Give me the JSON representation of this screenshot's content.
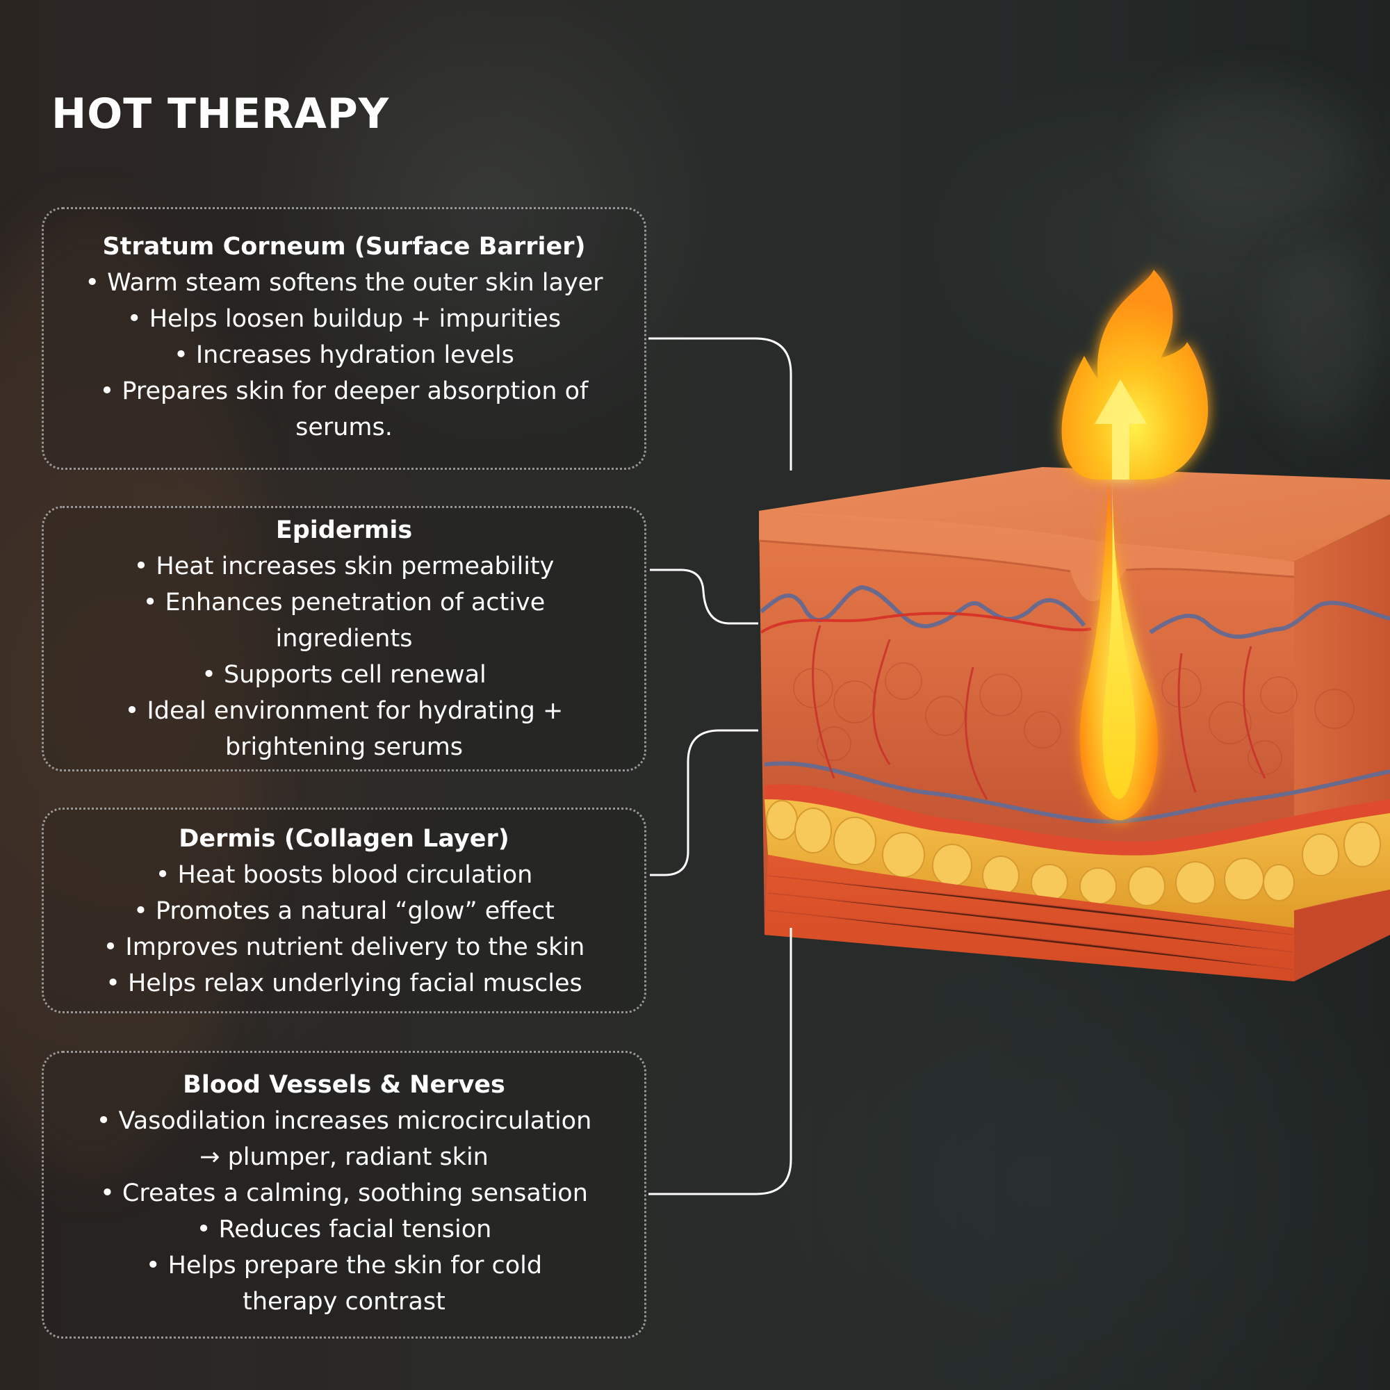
{
  "title": "HOT THERAPY",
  "colors": {
    "background": "#262a29",
    "text": "#ffffff",
    "card_border": "#bebebe",
    "connector": "#ffffff",
    "flame_outer": "#ff9a1a",
    "flame_inner": "#ffe033",
    "skin": "#e06a3a",
    "fat": "#f2b233",
    "vein": "#6b6a8a",
    "artery": "#d8352a"
  },
  "sections": [
    {
      "heading": "Stratum Corneum (Surface Barrier)",
      "lines": [
        "• Warm steam softens the outer skin layer",
        "• Helps loosen buildup + impurities",
        "• Increases hydration levels",
        "• Prepares skin for deeper absorption of",
        "serums."
      ]
    },
    {
      "heading": "Epidermis",
      "lines": [
        "• Heat increases skin permeability",
        "• Enhances penetration of active",
        "ingredients",
        "• Supports cell renewal",
        "• Ideal environment for hydrating +",
        "brightening serums"
      ]
    },
    {
      "heading": "Dermis (Collagen Layer)",
      "lines": [
        "• Heat boosts blood circulation",
        "• Promotes a natural “glow” effect",
        "• Improves nutrient delivery to the skin",
        "• Helps relax underlying facial muscles"
      ]
    },
    {
      "heading": "Blood Vessels & Nerves",
      "lines": [
        "• Vasodilation increases microcirculation",
        "→ plumper, radiant skin",
        "• Creates a calming, soothing sensation",
        "• Reduces facial tension",
        "• Helps prepare the skin for cold",
        "therapy contrast"
      ]
    }
  ],
  "illustration": {
    "subject": "skin-cross-section-block",
    "icon": "flame-with-up-arrow-icon",
    "layers": [
      "stratum-corneum",
      "epidermis",
      "dermis",
      "subcutaneous-fat",
      "muscle"
    ]
  }
}
